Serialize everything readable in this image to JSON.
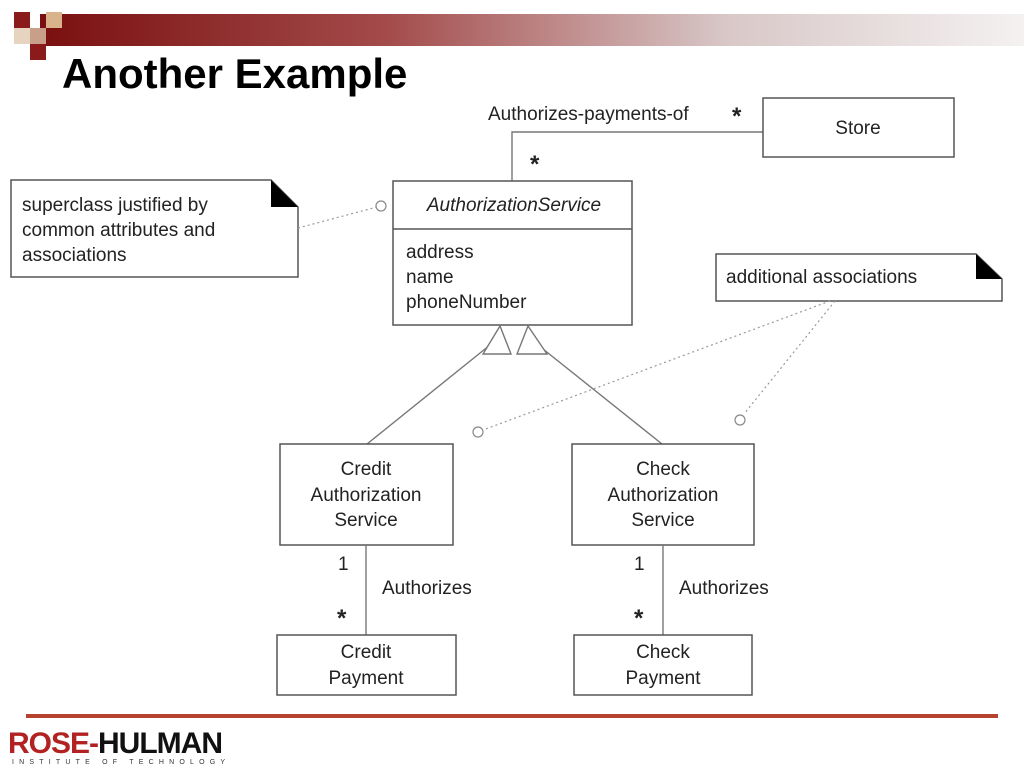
{
  "slide": {
    "title": "Another Example"
  },
  "diagram": {
    "classes": {
      "store": "Store",
      "authorization_service": {
        "name": "AuthorizationService",
        "attributes": [
          "address",
          "name",
          "phoneNumber"
        ]
      },
      "credit_authorization_service": [
        "Credit",
        "Authorization",
        "Service"
      ],
      "check_authorization_service": [
        "Check",
        "Authorization",
        "Service"
      ],
      "credit_payment": [
        "Credit",
        "Payment"
      ],
      "check_payment": [
        "Check",
        "Payment"
      ]
    },
    "notes": {
      "superclass": [
        "superclass justified by",
        "common attributes and",
        "associations"
      ],
      "additional": [
        "additional associations"
      ]
    },
    "associations": {
      "authorizes_payments_of": {
        "label": "Authorizes-payments-of",
        "store_mult": "*",
        "service_mult": "*"
      },
      "credit_authorizes": {
        "label": "Authorizes",
        "from_mult": "1",
        "to_mult": "*"
      },
      "check_authorizes": {
        "label": "Authorizes",
        "from_mult": "1",
        "to_mult": "*"
      }
    }
  },
  "footer": {
    "logo_rose": "ROSE-",
    "logo_hulman": "HULMAN",
    "logo_subtitle": "INSTITUTE OF TECHNOLOGY"
  },
  "colors": {
    "header_dark_red": "#7a1010",
    "accent_red": "#b22222",
    "footer_rule": "#b5432e"
  }
}
